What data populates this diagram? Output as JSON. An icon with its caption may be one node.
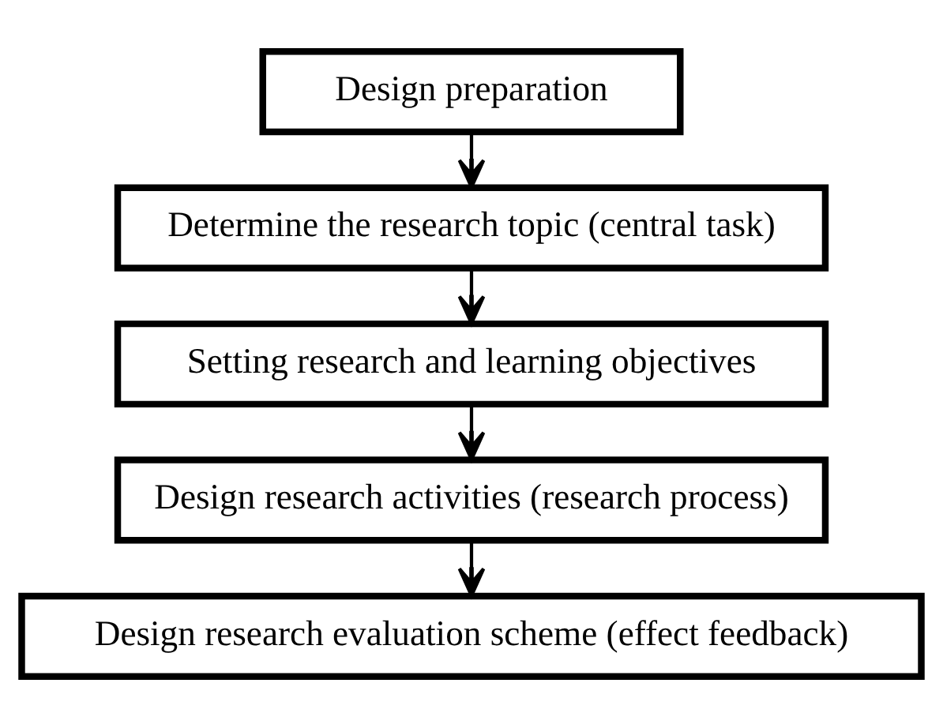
{
  "diagram": {
    "nodes": [
      {
        "text": [
          "Design preparation"
        ]
      },
      {
        "text": [
          "Determine the research topic (central task)"
        ]
      },
      {
        "text": [
          "Setting research and learning objectives"
        ]
      },
      {
        "text": [
          "Design research activities (research process)"
        ]
      },
      {
        "text": [
          "Design research evaluation scheme (effect feedback)"
        ]
      }
    ],
    "edges": [
      {
        "from": 0,
        "to": 1,
        "arrow": "to"
      },
      {
        "from": 1,
        "to": 2,
        "arrow": "to"
      },
      {
        "from": 2,
        "to": 3,
        "arrow": "to"
      },
      {
        "from": 3,
        "to": 4,
        "arrow": "to"
      }
    ]
  }
}
